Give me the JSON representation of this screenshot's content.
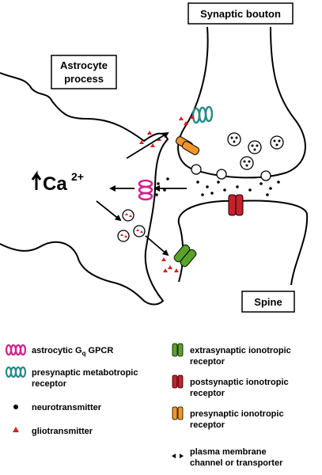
{
  "labels": {
    "synaptic_bouton": "Synaptic bouton",
    "astrocyte_line1": "Astrocyte",
    "astrocyte_line2": "process",
    "spine": "Spine",
    "calcium_main": "Ca",
    "calcium_charge": "2+"
  },
  "legend": {
    "gpcr": {
      "text_main": "astrocytic G",
      "text_sub": "q",
      "text_tail": " GPCR",
      "color": "#d21f8f",
      "icon": "coil-receptor-icon"
    },
    "presyn_metabotropic": {
      "line1": "presynaptic metabotropic",
      "line2": "receptor",
      "color": "#2a8a8a",
      "icon": "coil-receptor-icon"
    },
    "neurotransmitter": {
      "text": "neurotransmitter",
      "icon": "dot-icon"
    },
    "gliotransmitter": {
      "text": "gliotransmitter",
      "color": "#d62020",
      "icon": "triangle-icon"
    },
    "extrasyn_ionotropic": {
      "line1": "extrasynaptic ionotropic",
      "line2": "receptor",
      "color": "#5aa32a",
      "icon": "channel-icon"
    },
    "postsyn_ionotropic": {
      "line1": "postsynaptic ionotropic",
      "line2": "receptor",
      "color": "#c8202a",
      "icon": "channel-icon"
    },
    "presyn_ionotropic": {
      "line1": "presynaptic ionotropic",
      "line2": "receptor",
      "color": "#f0962a",
      "icon": "channel-icon"
    },
    "pm_channel": {
      "line1": "plasma membrane",
      "line2": "channel or transporter",
      "icon": "double-arrow-icon"
    }
  }
}
